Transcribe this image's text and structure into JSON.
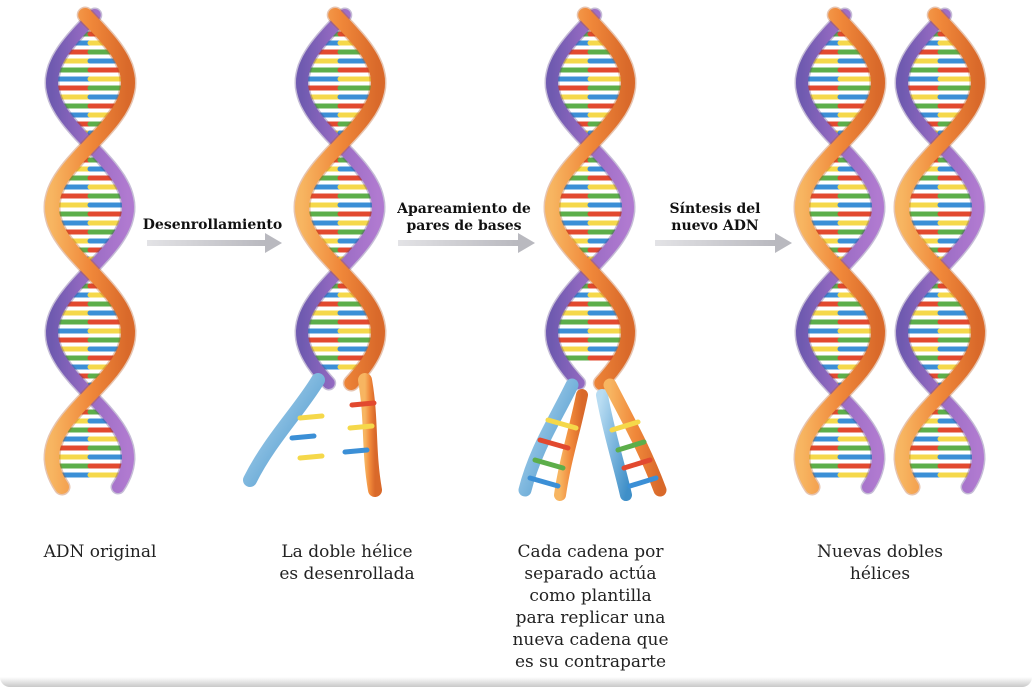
{
  "steps": {
    "unwinding": "Desenrollamiento",
    "pairing": "Apareamiento de pares de bases",
    "synthesis": "Síntesis del nuevo ADN"
  },
  "stages": {
    "original": "ADN original",
    "unwound": "La doble hélice es desenrollada",
    "template": "Cada cadena por separado actúa como plantilla para replicar una nueva cadena que es su contraparte",
    "new": "Nuevas dobles hélices"
  },
  "colors": {
    "strand_orange": "#f0883a",
    "strand_purple": "#8b5fb6",
    "strand_blue": "#7ab8e0",
    "arrow": "#c2c2c8",
    "base_yellow": "#f5d84a",
    "base_green": "#5cae4a",
    "base_blue": "#3b8fd6",
    "base_red": "#e2492f"
  }
}
